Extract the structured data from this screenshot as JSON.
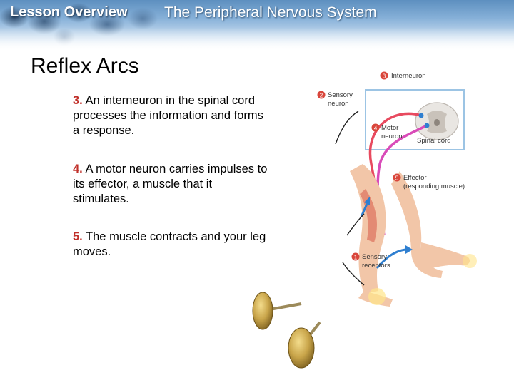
{
  "header": {
    "lesson_title": "Lesson Overview",
    "section_title": "The Peripheral Nervous System"
  },
  "slide": {
    "heading": "Reflex Arcs",
    "steps": [
      {
        "number": "3.",
        "text": " An interneuron in the spinal cord processes the information and forms a response."
      },
      {
        "number": "4.",
        "text": " A motor neuron carries impulses to its effector, a muscle that it stimulates."
      },
      {
        "number": "5.",
        "text": " The muscle contracts and your leg moves."
      }
    ]
  },
  "diagram": {
    "labels": {
      "interneuron_num": "3",
      "interneuron": "Interneuron",
      "sensory_neuron_num": "2",
      "sensory_neuron_1": "Sensory",
      "sensory_neuron_2": "neuron",
      "motor_neuron_num": "4",
      "motor_neuron_1": "Motor",
      "motor_neuron_2": "neuron",
      "spinal_cord": "Spinal cord",
      "effector_num": "5",
      "effector_1": "Effector",
      "effector_2": "(responding muscle)",
      "sensory_receptors_num": "1",
      "sensory_receptors_1": "Sensory",
      "sensory_receptors_2": "receptors"
    },
    "colors": {
      "label_badge": "#d9463b",
      "sensory_path": "#e84a5f",
      "motor_path": "#d94bb8",
      "skin": "#f2c6a8",
      "muscle": "#e07f6a",
      "arrow": "#2f7fd0",
      "box": "#9cc4e4",
      "thumbtack": "#c9a54a"
    }
  }
}
